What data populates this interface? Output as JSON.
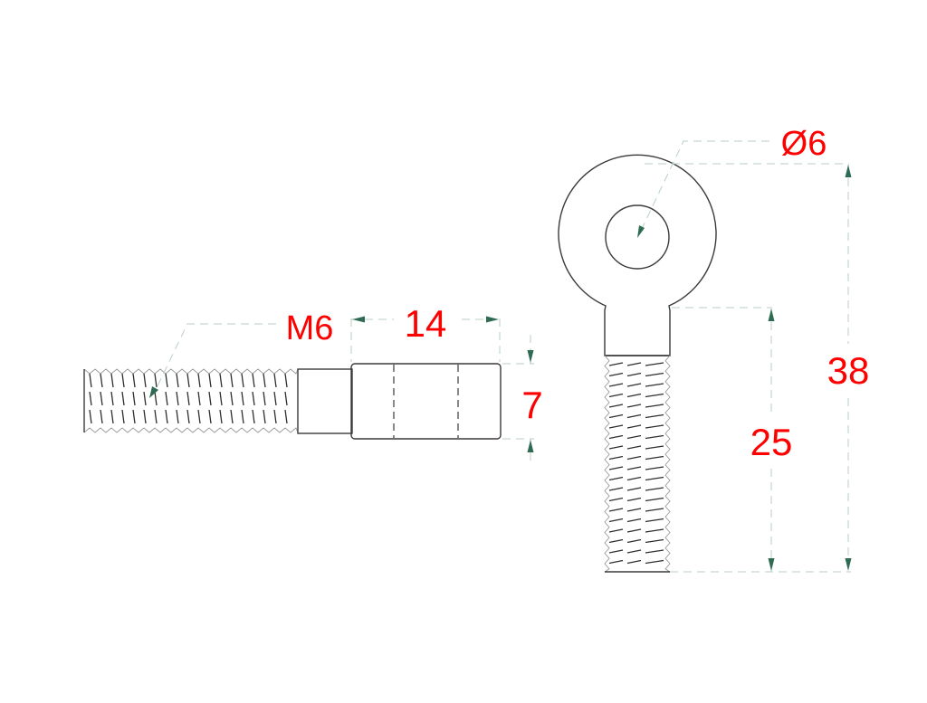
{
  "drawing": {
    "background": "#ffffff",
    "outline_color": "#3a3a3a",
    "dimension_line_color": "#b9cfc6",
    "arrow_color": "#2e6b52",
    "dimension_text_color": "#ff0000"
  },
  "side_view": {
    "thread_label": "M6",
    "length_dimension": "14",
    "height_dimension": "7"
  },
  "front_view": {
    "hole_diameter_label": "Ø6",
    "thread_length_dimension": "25",
    "overall_length_dimension": "38"
  }
}
